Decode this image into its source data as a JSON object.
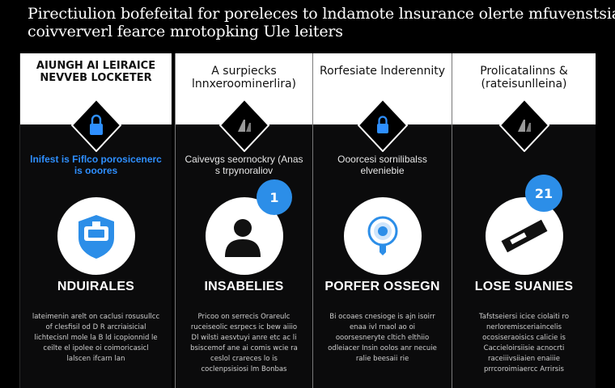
{
  "title": {
    "line1": "Pirectiulion bofefeital for poreleces to lndamote lnsurance olerte mfuvenstsia",
    "line2": "coivververl fearce mrotopking Ule leiters"
  },
  "columns": [
    {
      "header": "AIUNGH AI LEIRAICE NEVVEB LOCKETER",
      "hex_icon": "lock-icon",
      "subhead": "lnifest is Fiflco porosicenerc is ooores",
      "circle_icon": "shield-icon",
      "badge": "",
      "label": "NDUIRALES",
      "body": "lateimenin arelt on caclusi rosusullcc of clesfisil od D R arcriaisicial lichtecisnl mole la B ld icopionnid le ceilte el ipolee oi coimoricasicl lalscen ifcarn lan"
    },
    {
      "header": "A surpiecks lnnxeroominerlira)",
      "hex_icon": "folder-icon",
      "subhead": "Caivevgs seornockry (Anas s trpynoraliov",
      "circle_icon": "user-icon",
      "badge": "1",
      "label": "INSABELIES",
      "body": "Pricoo on serrecis Orareulc ruceiseolic esrpecs ic bew aiiio Dl wilsti aesvtuyi anre etc ac li bsiscemof ane ai comis wcie ra ceslol crareces lo is coclenpsisiosi lm Bonbas"
    },
    {
      "header": "Rorfesiate lnderennity",
      "hex_icon": "lock-icon",
      "subhead": "Ooorcesi sornilibalss elveniebie",
      "circle_icon": "target-icon",
      "badge": "",
      "label": "PORFER OSSEGN",
      "body": "Bi ocoaes cnesioge is ajn isoirr enaa ivl rnaol ao oi ooorsesneryte cltich elthiio odleiacer Insin oolos anr necuie ralie beesaii rie"
    },
    {
      "header": "Prolicatalinns & (rateisunlleina)",
      "hex_icon": "folder-icon",
      "subhead": "",
      "circle_icon": "document-icon",
      "badge": "21",
      "label": "LOSE SUANIES",
      "body": "Tafstseiersi icice ciolaiti ro nerloremisceriaincelis ocosiseraoisics calicie is Caccieloirsiisie acnocrti raceiiivsiiaien enaiiie prrcoroimiaercc Arrirsis"
    }
  ],
  "colors": {
    "accent_blue": "#2c8ee8",
    "subhead_blue": "#2e8fff",
    "header_bg": "#ffffff",
    "column_bg": "#0b0b0c",
    "page_bg": "#000000"
  }
}
